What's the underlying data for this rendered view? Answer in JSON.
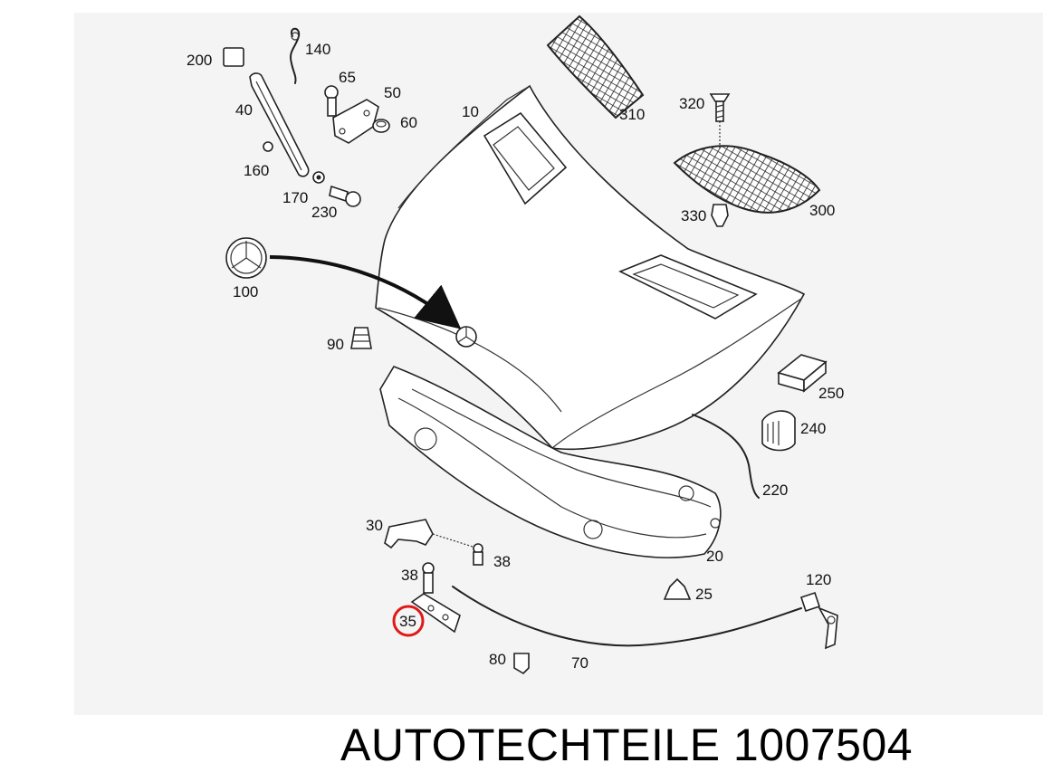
{
  "parts": [
    {
      "id": "p10",
      "label": "10"
    },
    {
      "id": "p20",
      "label": "20"
    },
    {
      "id": "p25",
      "label": "25"
    },
    {
      "id": "p30",
      "label": "30"
    },
    {
      "id": "p35",
      "label": "35"
    },
    {
      "id": "p38a",
      "label": "38"
    },
    {
      "id": "p38b",
      "label": "38"
    },
    {
      "id": "p40",
      "label": "40"
    },
    {
      "id": "p50",
      "label": "50"
    },
    {
      "id": "p60",
      "label": "60"
    },
    {
      "id": "p65",
      "label": "65"
    },
    {
      "id": "p70",
      "label": "70"
    },
    {
      "id": "p80",
      "label": "80"
    },
    {
      "id": "p90",
      "label": "90"
    },
    {
      "id": "p100",
      "label": "100"
    },
    {
      "id": "p120",
      "label": "120"
    },
    {
      "id": "p140",
      "label": "140"
    },
    {
      "id": "p160",
      "label": "160"
    },
    {
      "id": "p170",
      "label": "170"
    },
    {
      "id": "p200",
      "label": "200"
    },
    {
      "id": "p220",
      "label": "220"
    },
    {
      "id": "p230",
      "label": "230"
    },
    {
      "id": "p240",
      "label": "240"
    },
    {
      "id": "p250",
      "label": "250"
    },
    {
      "id": "p300",
      "label": "300"
    },
    {
      "id": "p310",
      "label": "310"
    },
    {
      "id": "p320",
      "label": "320"
    },
    {
      "id": "p330",
      "label": "330"
    }
  ],
  "highlighted_part": "35",
  "brand_text": "AUTOTECHTEILE 1007504",
  "colors": {
    "highlight": "#e01818",
    "ink": "#222222",
    "panel": "#f4f4f4"
  }
}
